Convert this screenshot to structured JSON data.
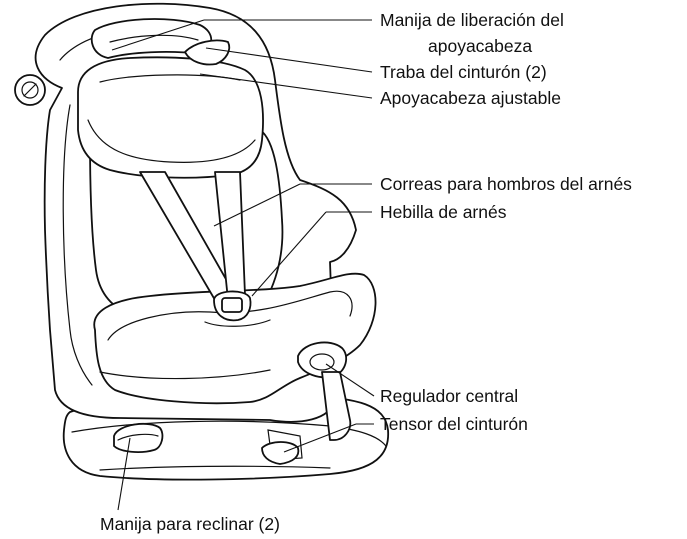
{
  "labels": {
    "headrest_release_line1": "Manija de liberación del",
    "headrest_release_line2": "apoyacabeza",
    "belt_lock": "Traba del cinturón (2)",
    "adjustable_headrest": "Apoyacabeza ajustable",
    "shoulder_straps": "Correas para hombros del arnés",
    "harness_buckle": "Hebilla de arnés",
    "central_adjuster": "Regulador central",
    "belt_tensioner": "Tensor del cinturón",
    "recline_handle": "Manija para reclinar (2)"
  }
}
